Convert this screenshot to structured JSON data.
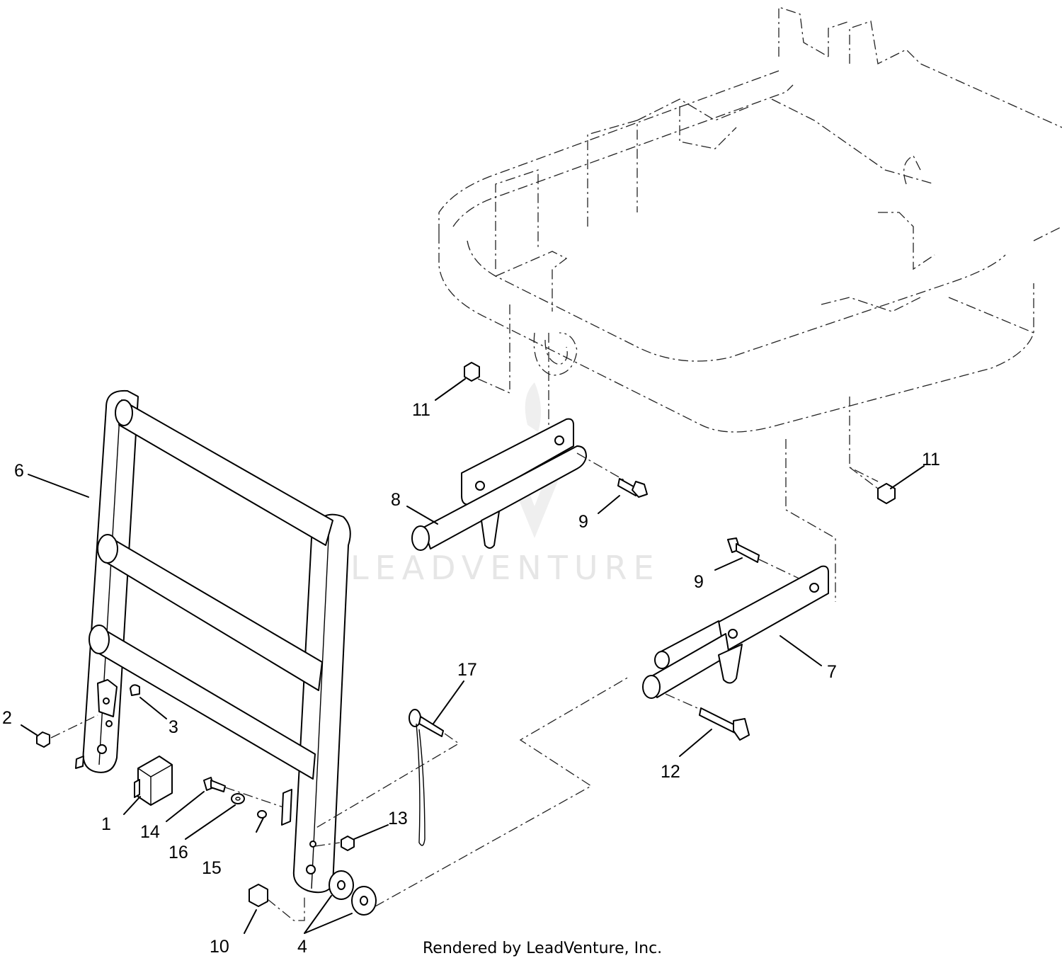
{
  "watermark": "LEADVENTURE",
  "footer": "Rendered by LeadVenture, Inc.",
  "callouts": [
    "1",
    "2",
    "3",
    "4",
    "6",
    "7",
    "8",
    "9",
    "9",
    "10",
    "11",
    "11",
    "12",
    "13",
    "14",
    "15",
    "16",
    "17"
  ]
}
